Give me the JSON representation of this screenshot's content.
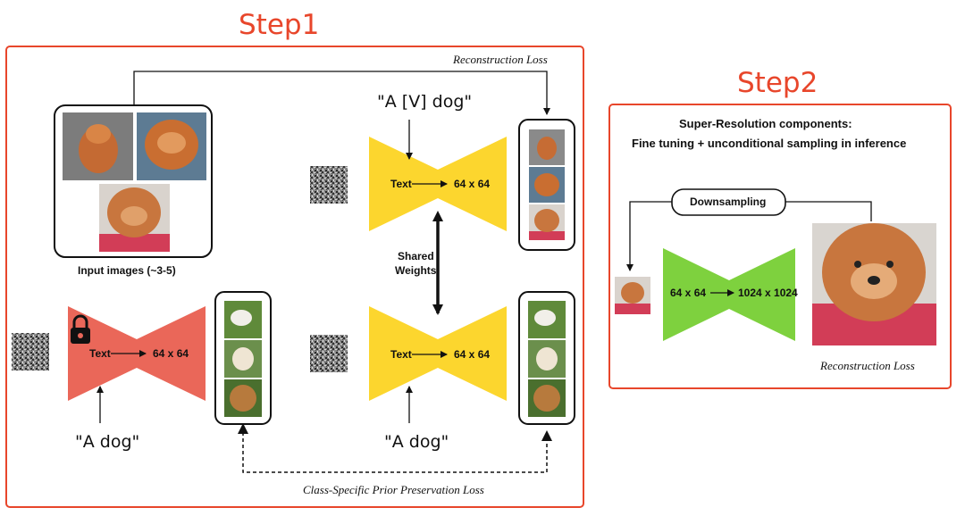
{
  "step1": {
    "title": "Step1",
    "reconstruction_loss": "Reconstruction Loss",
    "input_caption": "Input images (~3-5)",
    "prompt_instance": "\"A [V] dog\"",
    "prompt_class_left": "\"A dog\"",
    "prompt_class_right": "\"A dog\"",
    "model_input": "Text",
    "model_output": "64 x 64",
    "shared_weights_line1": "Shared",
    "shared_weights_line2": "Weights",
    "prior_loss": "Class-Specific Prior Preservation Loss"
  },
  "step2": {
    "title": "Step2",
    "heading_line1": "Super-Resolution components:",
    "heading_line2": "Fine tuning + unconditional sampling in inference",
    "downsampling": "Downsampling",
    "model_input": "64 x 64",
    "model_output": "1024 x 1024",
    "reconstruction_loss": "Reconstruction Loss"
  },
  "colors": {
    "accent": "#e8462b",
    "frozen_model": "#ea6759",
    "trained_model": "#fcd62e",
    "sr_model": "#7ed13e"
  },
  "icons": [
    "lock-icon",
    "noise-icon",
    "chow-chow-photo",
    "dog-photo"
  ]
}
